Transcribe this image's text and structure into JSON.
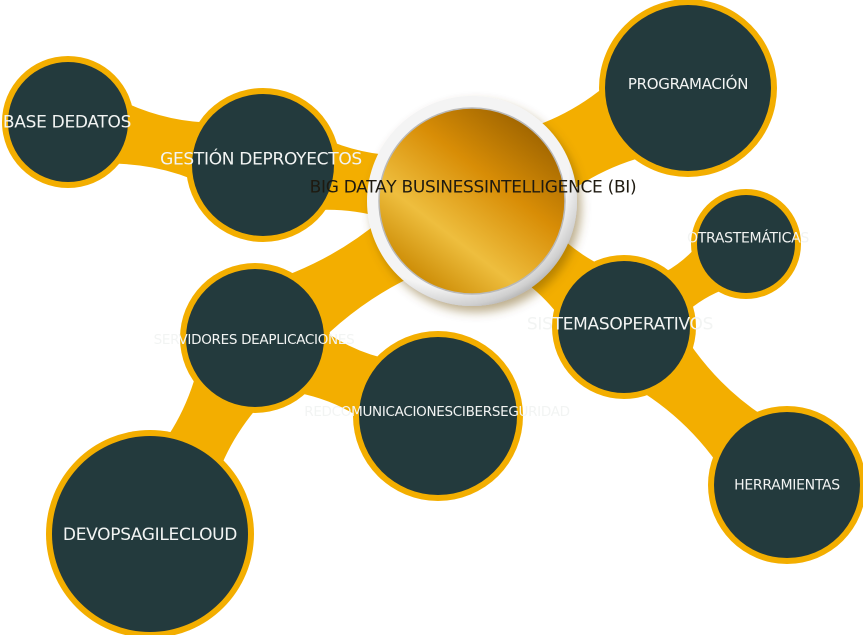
{
  "colors": {
    "connector": "#f3ae00",
    "node_fill": "#233a3d",
    "node_text": "#f2f4f3",
    "center_gold_light": "#f1c548",
    "center_gold_dark": "#9e6400",
    "center_ring": "#d9d9d9",
    "center_text": "#1e1a10",
    "background": "#ffffff"
  },
  "center": {
    "id": "big-data-bi",
    "lines": [
      "BIG DATA",
      "Y BUSINESS",
      "INTELLIGENCE (BI)"
    ]
  },
  "nodes": [
    {
      "id": "base-de-datos",
      "lines": [
        "BASE DE",
        "DATOS"
      ]
    },
    {
      "id": "gestion-de-proyectos",
      "lines": [
        "GESTIÓN DE",
        "PROYECTOS"
      ]
    },
    {
      "id": "programacion",
      "lines": [
        "PROGRAMACIÓN"
      ]
    },
    {
      "id": "otras-tematicas",
      "lines": [
        "OTRAS",
        "TEMÁTICAS"
      ]
    },
    {
      "id": "sistemas-operativos",
      "lines": [
        "SISTEMAS",
        "OPERATIVOS"
      ]
    },
    {
      "id": "herramientas",
      "lines": [
        "HERRAMIENTAS"
      ]
    },
    {
      "id": "servidores-de-aplicaciones",
      "lines": [
        "SERVIDORES DE",
        "APLICACIONES"
      ]
    },
    {
      "id": "red-comunicaciones-ciberseguridad",
      "lines": [
        "RED",
        "COMUNICACIONES",
        "CIBERSEGURIDAD"
      ]
    },
    {
      "id": "devops-agile-cloud",
      "lines": [
        "DEVOPS",
        "AGILE",
        "CLOUD"
      ]
    }
  ],
  "connections": [
    [
      "base-de-datos",
      "gestion-de-proyectos"
    ],
    [
      "gestion-de-proyectos",
      "big-data-bi"
    ],
    [
      "big-data-bi",
      "programacion"
    ],
    [
      "big-data-bi",
      "sistemas-operativos"
    ],
    [
      "sistemas-operativos",
      "otras-tematicas"
    ],
    [
      "sistemas-operativos",
      "herramientas"
    ],
    [
      "big-data-bi",
      "servidores-de-aplicaciones"
    ],
    [
      "servidores-de-aplicaciones",
      "red-comunicaciones-ciberseguridad"
    ],
    [
      "servidores-de-aplicaciones",
      "devops-agile-cloud"
    ]
  ]
}
